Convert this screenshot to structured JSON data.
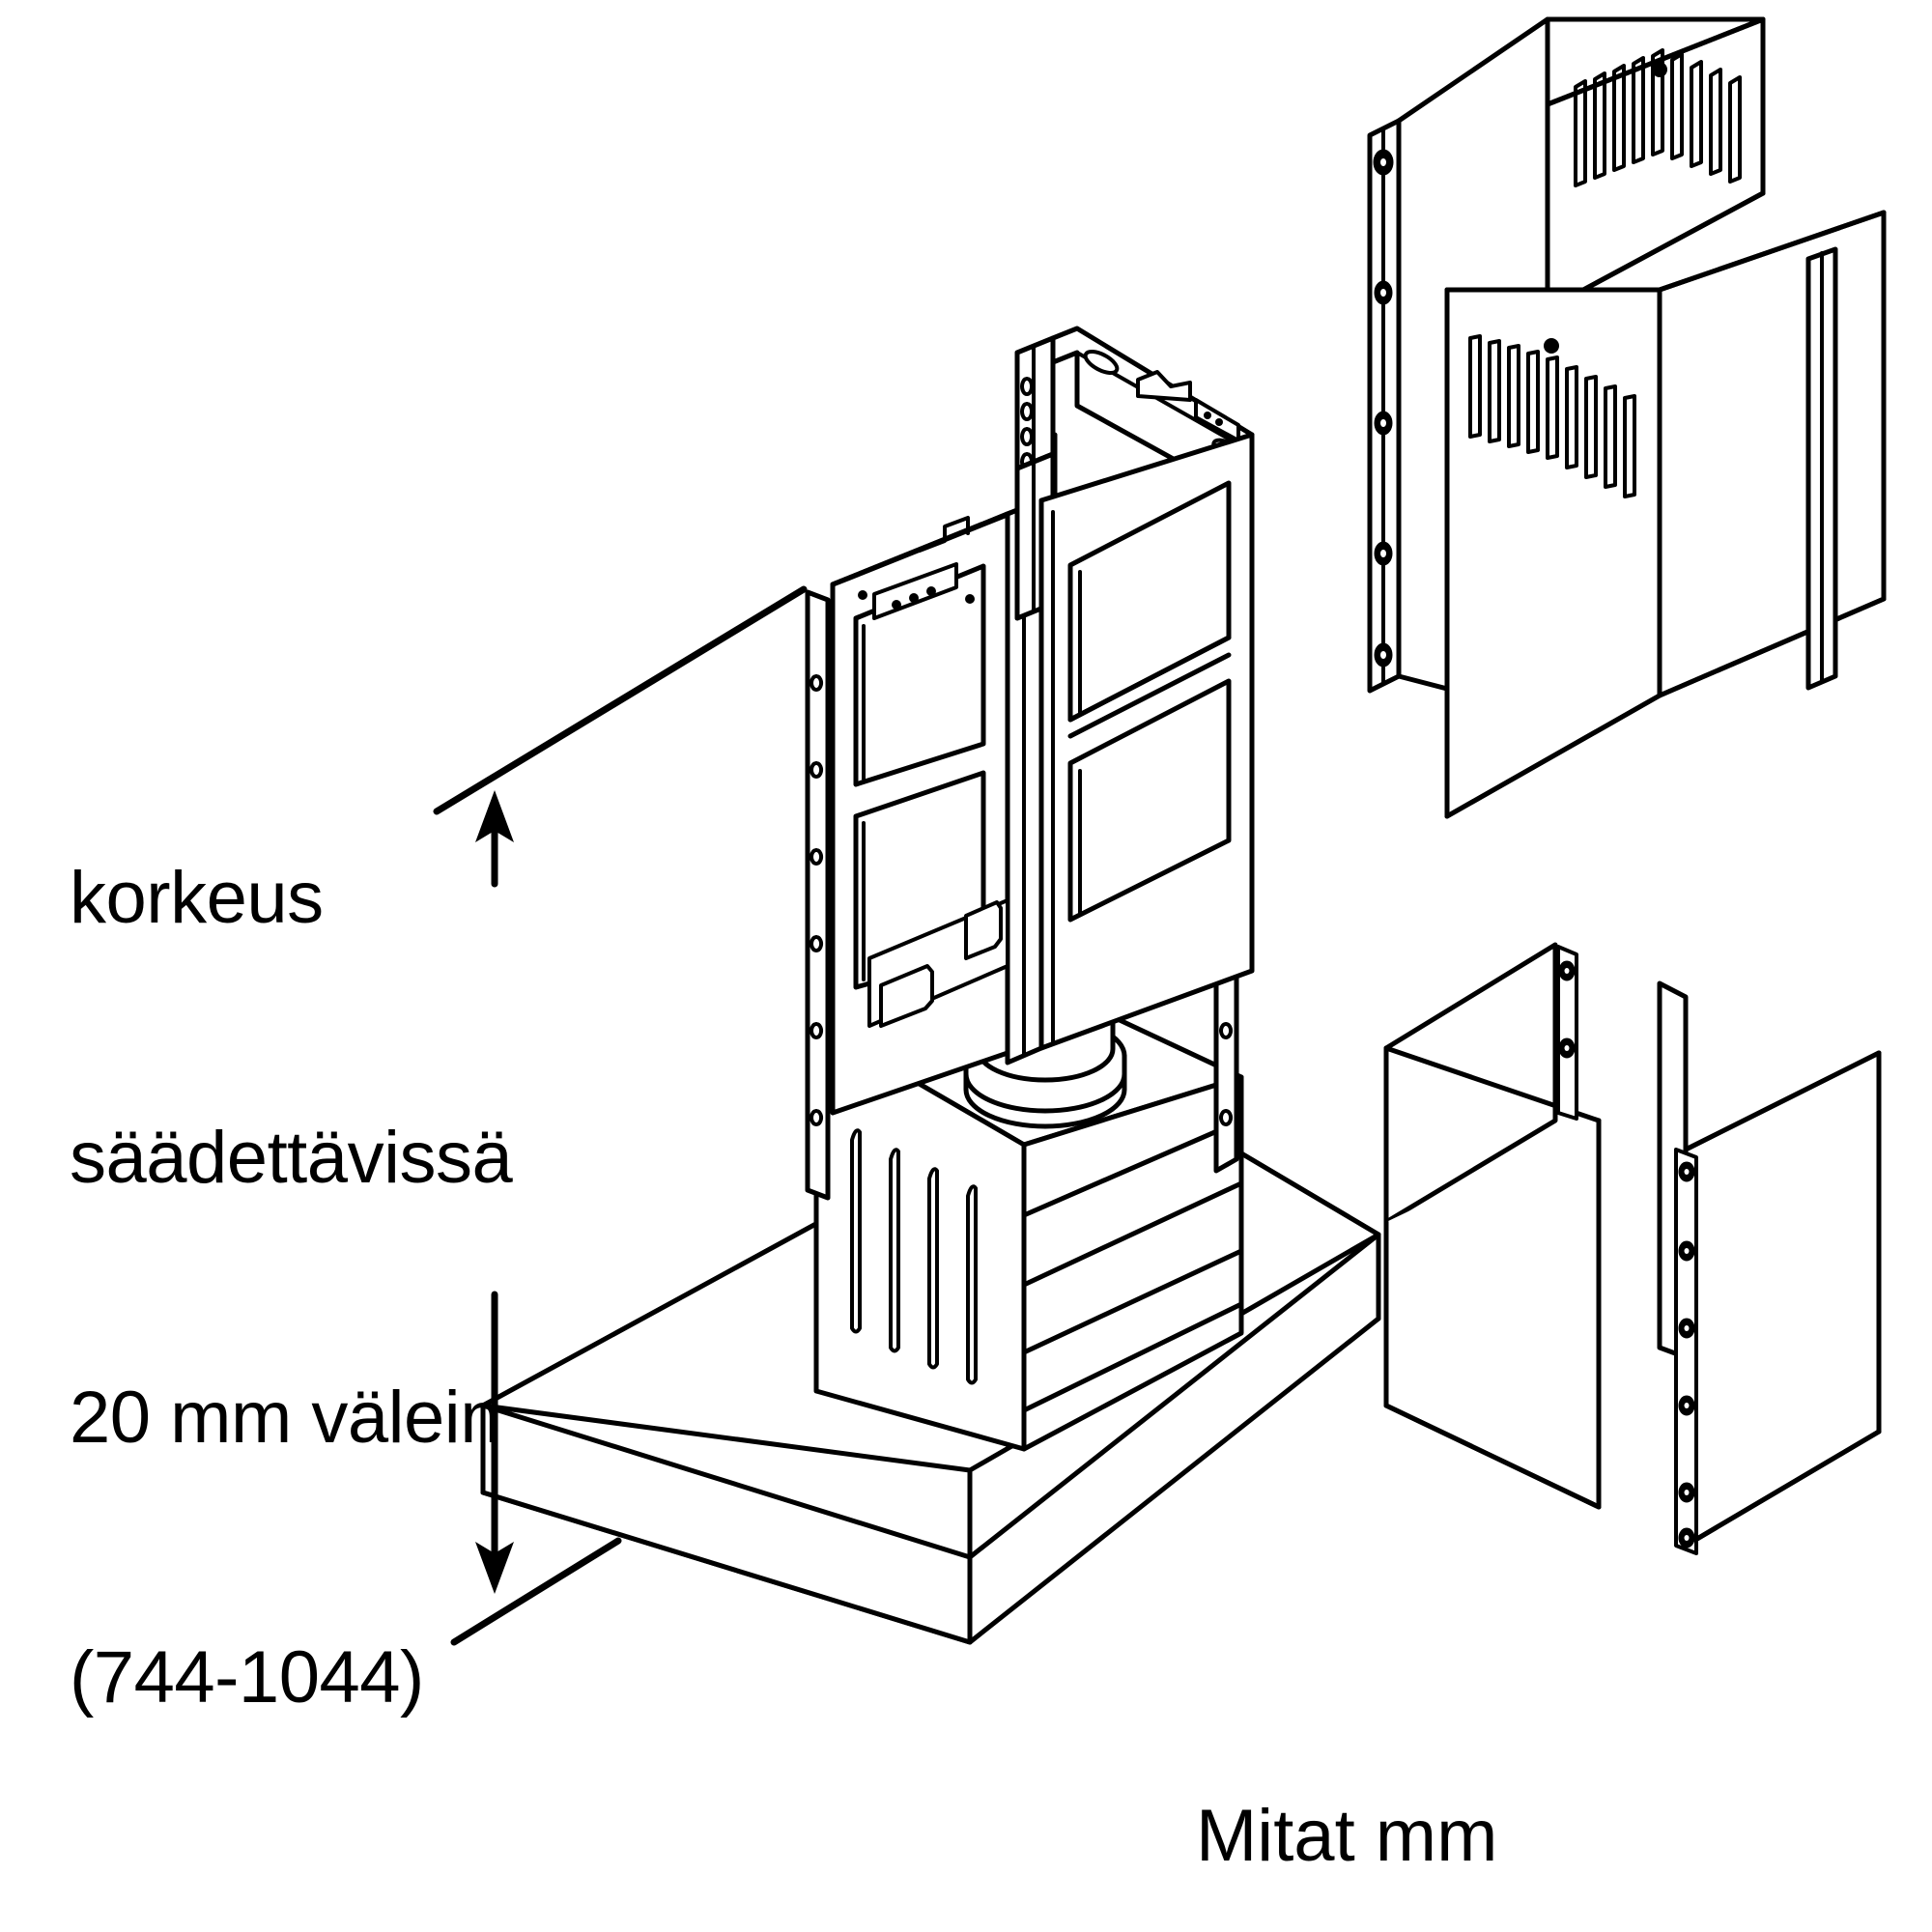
{
  "document": {
    "kind": "installation-drawing",
    "subject": "island cooker hood mounting frame",
    "line_color": "#000000",
    "background_color": "#ffffff"
  },
  "annotations": {
    "height_note": {
      "lines": [
        "korkeus",
        "säädettävissä",
        "20 mm välein",
        "(744-1044)"
      ],
      "line1": "korkeus",
      "line2": "säädettävissä",
      "line3": "20 mm välein",
      "line4": "(744-1044)",
      "min_mm": 744,
      "max_mm": 1044,
      "step_mm": 20
    },
    "units_note": "Mitat mm"
  },
  "dimension": {
    "name": "adjustable-height-dimension",
    "arrow_up": true,
    "arrow_down": true,
    "upper_leader_label": "",
    "lower_leader_label": ""
  },
  "parts": [
    {
      "id": "mounting-frame",
      "label": "telescopic mounting frame",
      "features": [
        "perforated adjustment rail",
        "screw holes",
        "open side windows",
        "keyhole slots"
      ]
    },
    {
      "id": "hood-body",
      "label": "hood canopy body",
      "features": [
        "round duct collar",
        "vertical slots",
        "stepped side bands"
      ]
    },
    {
      "id": "ceiling-slab",
      "label": "ceiling panel",
      "features": [
        "flat slab",
        "thickness edge"
      ]
    },
    {
      "id": "upper-chimney-rear",
      "label": "upper chimney section rear",
      "features": [
        "louvre vent slots",
        "screw hole"
      ]
    },
    {
      "id": "upper-chimney-front",
      "label": "upper chimney section front",
      "features": [
        "louvre vent slots",
        "screw hole"
      ]
    },
    {
      "id": "upper-bracket-strip",
      "label": "upper chimney mounting strip",
      "hole_count": 5
    },
    {
      "id": "upper-corner-cover",
      "label": "upper chimney corner cover"
    },
    {
      "id": "lower-chimney-left",
      "label": "lower chimney cover left",
      "hole_count": 2
    },
    {
      "id": "lower-chimney-right",
      "label": "lower chimney cover right",
      "hole_count": 6
    }
  ]
}
